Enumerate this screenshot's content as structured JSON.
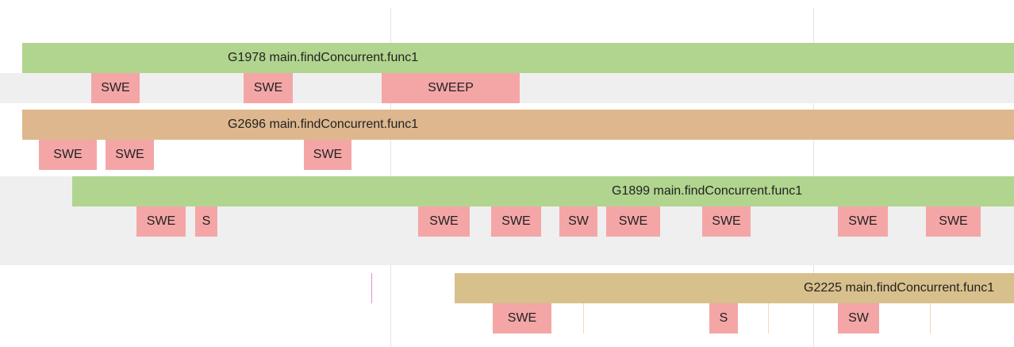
{
  "colors": {
    "green": "#b1d58f",
    "tan": "#deb78e",
    "khaki": "#d8c08c",
    "sweep": "#f4a6a6",
    "band": "#efefef"
  },
  "tracks": [
    {
      "goroutine_label": "G1978 main.findConcurrent.func1",
      "slices": [
        "SWE",
        "SWE",
        "SWEEP"
      ]
    },
    {
      "goroutine_label": "G2696 main.findConcurrent.func1",
      "slices": [
        "SWE",
        "SWE",
        "SWE"
      ]
    },
    {
      "goroutine_label": "G1899 main.findConcurrent.func1",
      "slices": [
        "SWE",
        "S",
        "SWE",
        "SWE",
        "SW",
        "SWE",
        "SWE",
        "SWE",
        "SWE"
      ]
    },
    {
      "goroutine_label": "G2225 main.findConcurrent.func1",
      "slices": [
        "SWE",
        "S",
        "SW"
      ]
    }
  ]
}
